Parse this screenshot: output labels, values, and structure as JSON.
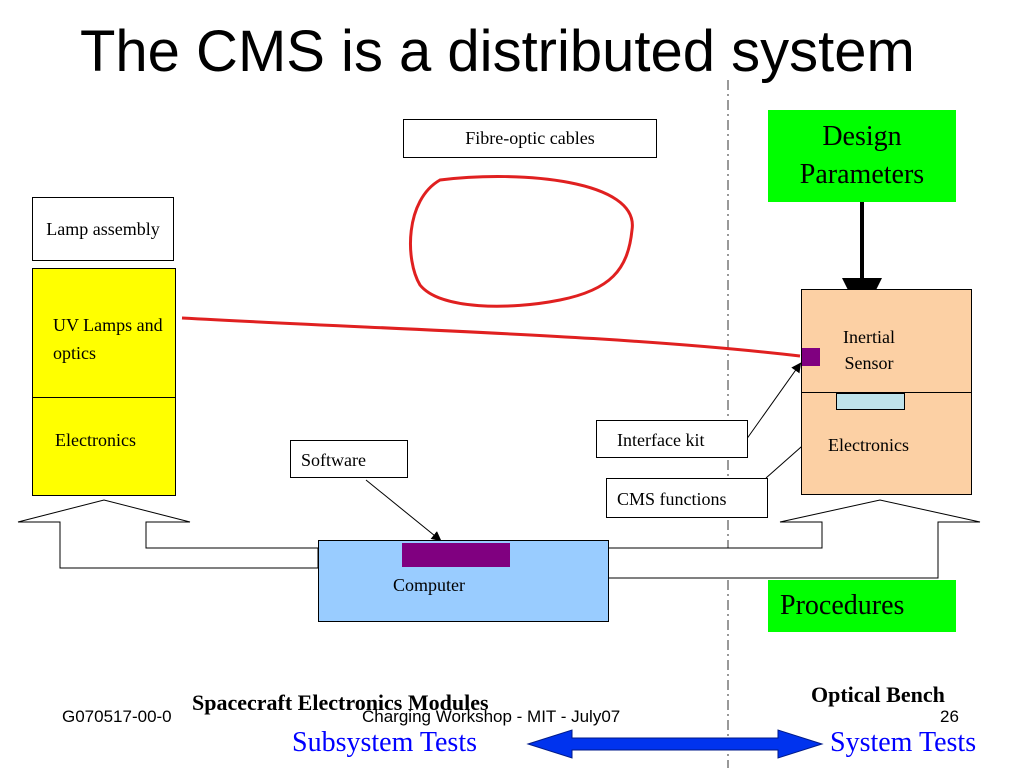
{
  "slide": {
    "title": "The CMS is a distributed system",
    "footer_left": "G070517-00-0",
    "footer_center": "Charging Workshop - MIT - July07",
    "page_number": "26"
  },
  "diagram": {
    "fibre_label": "Fibre-optic cables",
    "lamp_assembly_label": "Lamp assembly",
    "uv_lamps_label": "UV Lamps and optics",
    "lamp_electronics_label": "Electronics",
    "software_label": "Software",
    "computer_label": "Computer",
    "interface_kit_label": "Interface kit",
    "cms_functions_label": "CMS functions",
    "inertial_sensor_label": "Inertial Sensor",
    "sensor_electronics_label": "Electronics",
    "design_parameters_label": "Design Parameters",
    "procedures_label": "Procedures",
    "spacecraft_modules_label": "Spacecraft Electronics Modules",
    "optical_bench_label": "Optical Bench",
    "subsystem_tests_label": "Subsystem Tests",
    "system_tests_label": "System Tests"
  },
  "colors": {
    "yellow": "#ffff00",
    "peach": "#fcd0a4",
    "light_blue": "#99ccff",
    "green": "#00ff00",
    "purple": "#800080",
    "red": "#e02020",
    "blue_arrow": "#0033ee",
    "blue_text": "#0000ff"
  }
}
